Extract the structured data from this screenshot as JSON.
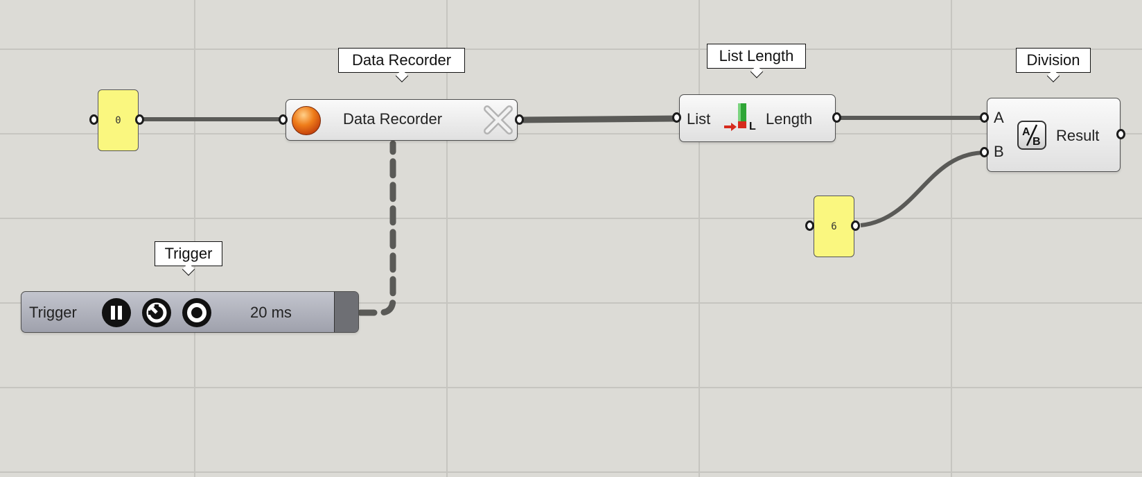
{
  "panels": {
    "recorder_input_value": "0",
    "divisor_value": "6"
  },
  "data_recorder": {
    "tag": "Data Recorder",
    "label": "Data Recorder"
  },
  "list_length": {
    "tag": "List Length",
    "input_label": "List",
    "output_label": "Length",
    "icon_letter": "L"
  },
  "division": {
    "tag": "Division",
    "input_a": "A",
    "input_b": "B",
    "output_label": "Result",
    "icon_text_a": "A",
    "icon_text_b": "B"
  },
  "trigger": {
    "tag": "Trigger",
    "label": "Trigger",
    "interval": "20 ms"
  },
  "colors": {
    "canvas": "#dcdbd6",
    "panel": "#faf77f",
    "wire": "#5a5a57",
    "trigger_body": "#a9abb6"
  }
}
